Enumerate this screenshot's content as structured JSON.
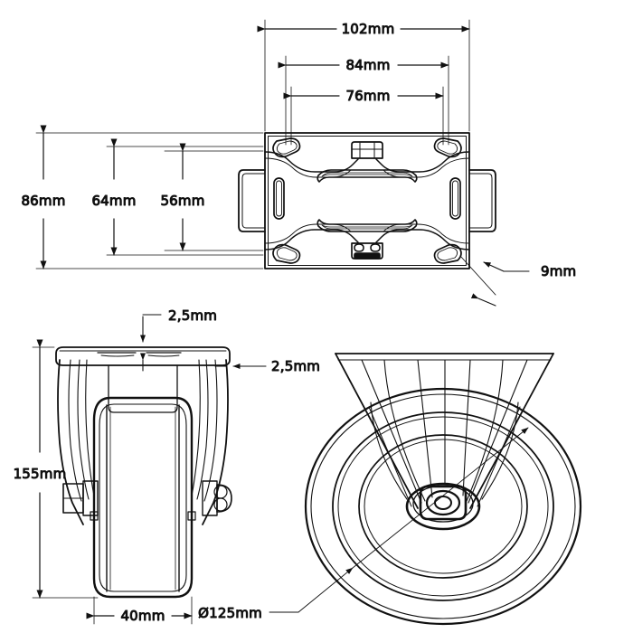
{
  "drawing": {
    "title": "Fixed caster wheel technical drawing",
    "line_color": "#111111",
    "background_color": "#ffffff",
    "units": "mm"
  },
  "views": {
    "top_view": {
      "name": "top-plate-view",
      "description": "Top view of mounting plate with four corner bolt holes, two side slots and two arc ribs"
    },
    "front_view": {
      "name": "front-view",
      "description": "Front elevation of caster showing bracket fork, wheel and axle bolt"
    },
    "side_view": {
      "name": "side-view",
      "description": "Side elevation showing wheel disc with concentric rings and bracket"
    }
  },
  "dimensions": {
    "plate_width_outer": "102mm",
    "plate_hole_spacing_outer": "84mm",
    "plate_hole_spacing_inner": "76mm",
    "plate_depth_outer": "86mm",
    "plate_depth_mid": "64mm",
    "plate_depth_inner": "56mm",
    "hole_diameter": "9mm",
    "plate_thickness_top": "2,5mm",
    "plate_thickness_side": "2,5mm",
    "overall_height": "155mm",
    "wheel_width": "40mm",
    "wheel_diameter": "Ø125mm"
  }
}
